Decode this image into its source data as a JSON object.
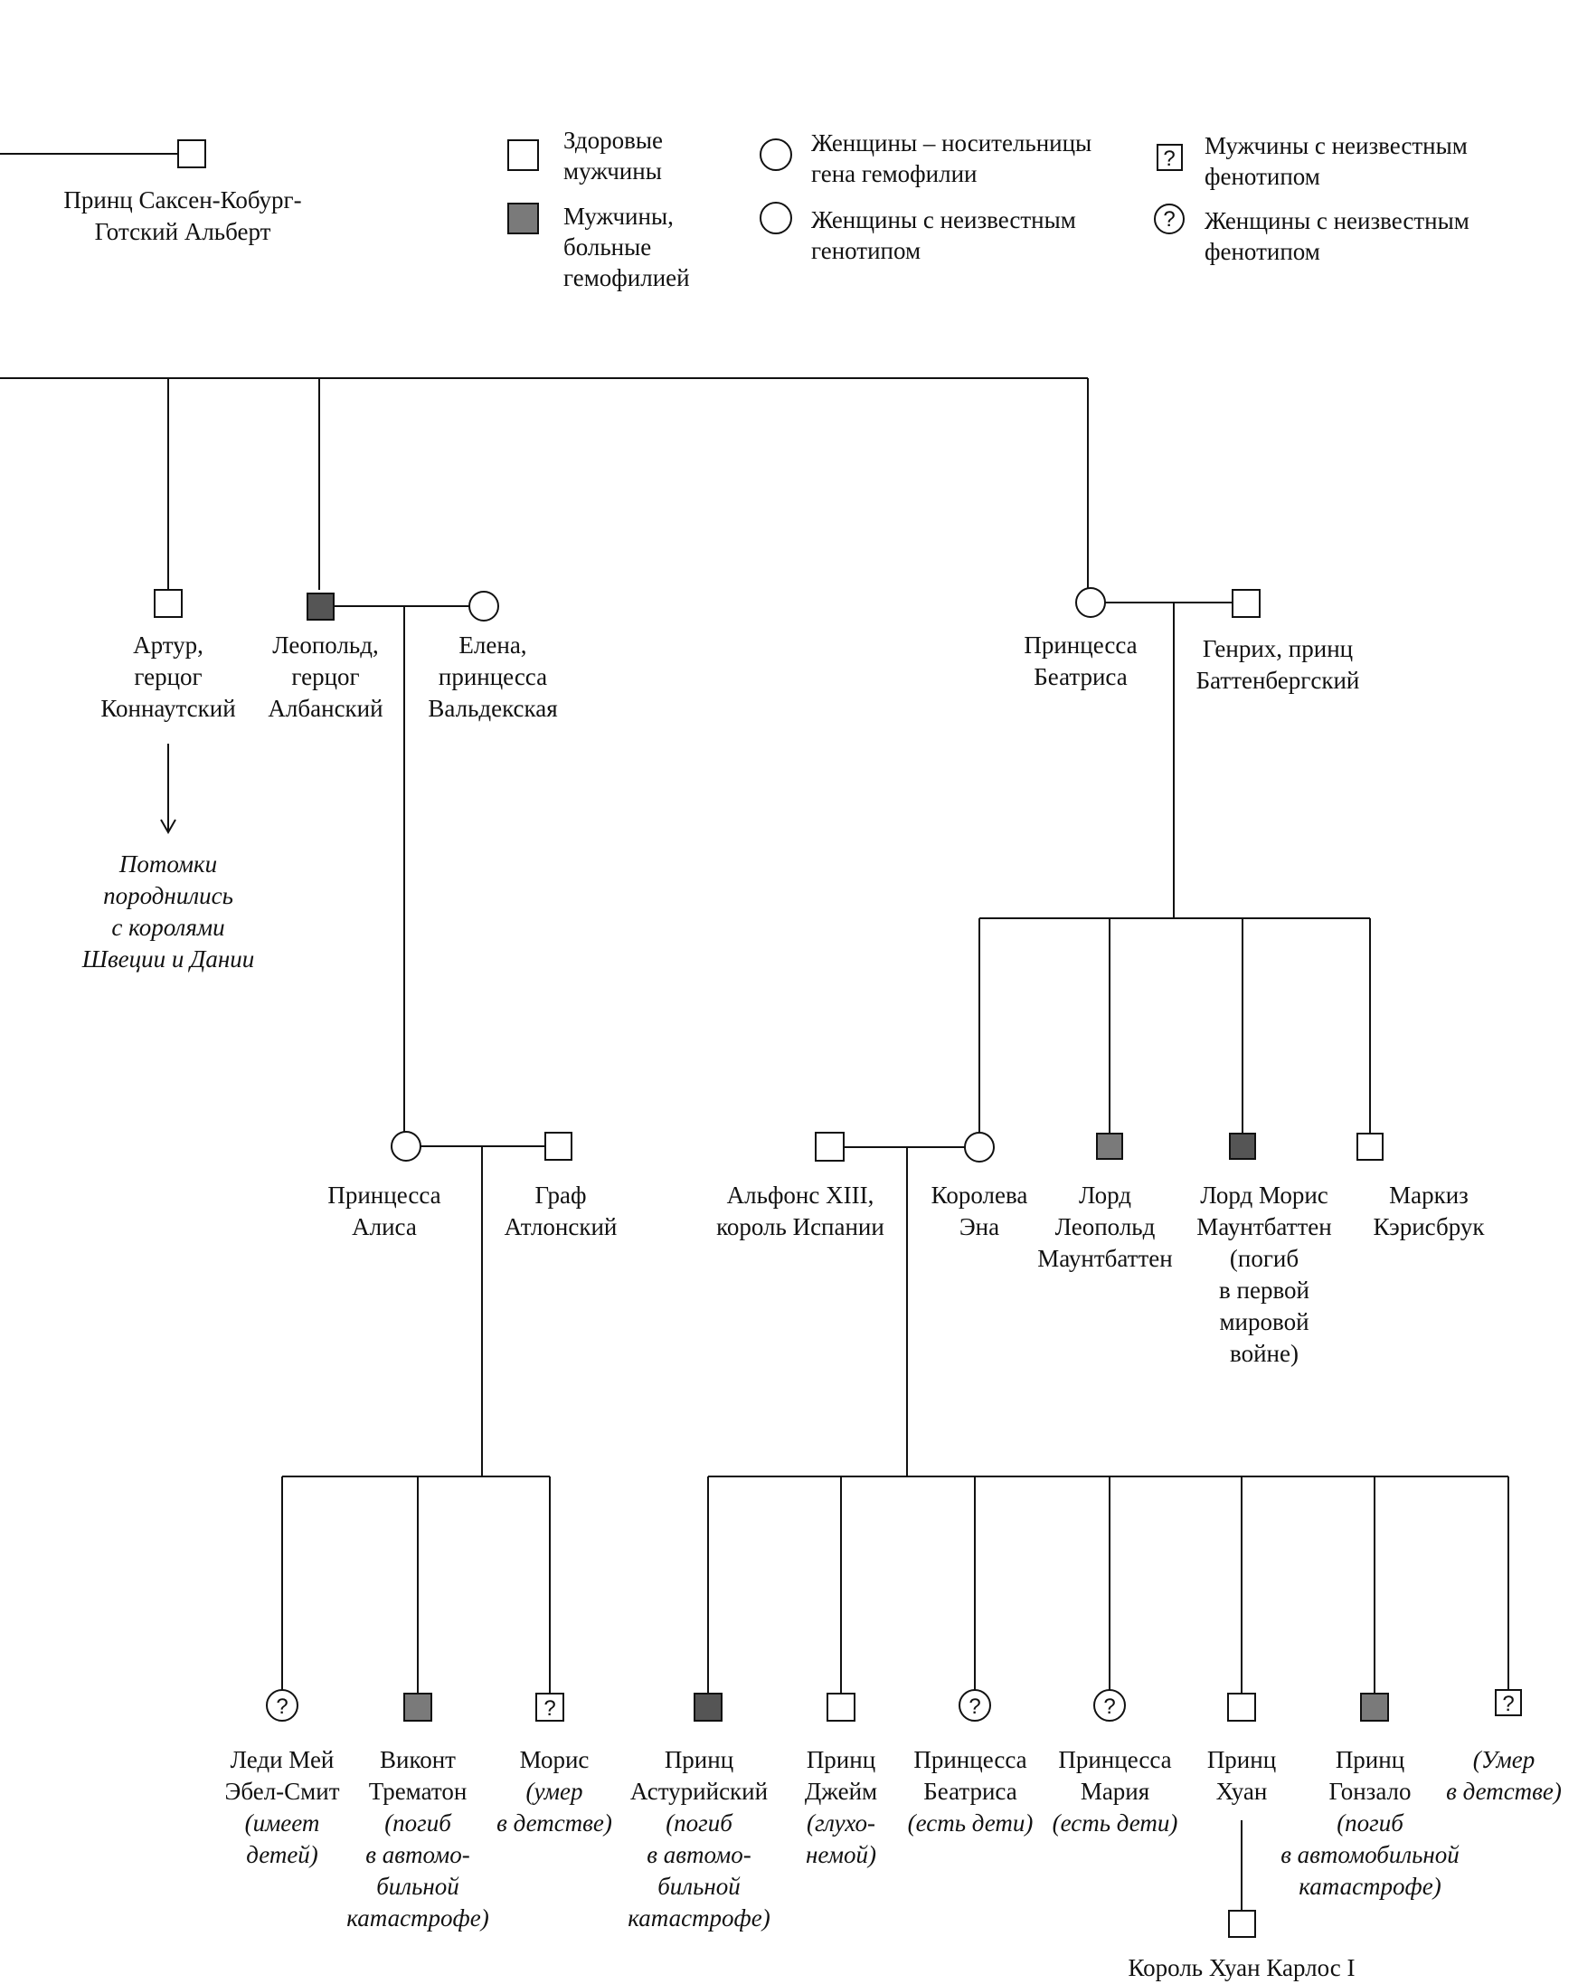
{
  "legend": {
    "healthy_male": [
      "Здоровые",
      "мужчины"
    ],
    "affected_male": [
      "Мужчины,",
      "больные",
      "гемофилией"
    ],
    "carrier_female": [
      "Женщины – носительницы",
      "гена гемофилии"
    ],
    "unknown_genotype_female": [
      "Женщины с неизвестным",
      "генотипом"
    ],
    "unknown_phenotype_male": [
      "Мужчины с неизвестным",
      "фенотипом"
    ],
    "unknown_phenotype_female": [
      "Женщины с неизвестным",
      "фенотипом"
    ],
    "unknown_symbol": "?"
  },
  "colors": {
    "line": "#111111",
    "affected_fill": "#7a7a7a",
    "background": "#ffffff"
  },
  "people": {
    "albert": [
      "Принц Саксен-Кобург-",
      "Готский Альберт"
    ],
    "arthur": [
      "Артур,",
      "герцог",
      "Коннаутский"
    ],
    "arthur_note": [
      "Потомки",
      "породнились",
      "с королями",
      "Швеции и Дании"
    ],
    "leopold": [
      "Леопольд,",
      "герцог",
      "Албанский"
    ],
    "helena": [
      "Елена,",
      "принцесса",
      "Вальдекская"
    ],
    "beatrice": [
      "Принцесса",
      "Беатриса"
    ],
    "henry": [
      "Генрих, принц",
      "Баттенбергский"
    ],
    "alice": [
      "Принцесса",
      "Алиса"
    ],
    "athlone": [
      "Граф",
      "Атлонский"
    ],
    "alfonso": [
      "Альфонс XIII,",
      "король Испании"
    ],
    "ena": [
      "Королева",
      "Эна"
    ],
    "leopold_m": [
      "Лорд",
      "Леопольд",
      "Маунтбаттен"
    ],
    "maurice_m": [
      "Лорд Морис",
      "Маунтбаттен",
      "(погиб",
      "в первой",
      "мировой",
      "войне)"
    ],
    "carisbrooke": [
      "Маркиз",
      "Кэрисбрук"
    ],
    "may_name": [
      "Леди Мей",
      "Эбел-Смит"
    ],
    "may_note": [
      "(имеет",
      "детей)"
    ],
    "trematon_name": [
      "Виконт",
      "Трематон"
    ],
    "trematon_note": [
      "(погиб",
      "в автомо-",
      "бильной",
      "катастрофе)"
    ],
    "maurice_name": [
      "Морис"
    ],
    "maurice_note": [
      "(умер",
      "в детстве)"
    ],
    "asturias_name": [
      "Принц",
      "Астурийский"
    ],
    "asturias_note": [
      "(погиб",
      "в автомо-",
      "бильной",
      "катастрофе)"
    ],
    "jaime_name": [
      "Принц",
      "Джейм"
    ],
    "jaime_note": [
      "(глухо-",
      "немой)"
    ],
    "beatriz_name": [
      "Принцесса",
      "Беатриса"
    ],
    "beatriz_note": [
      "(есть дети)"
    ],
    "maria_name": [
      "Принцесса",
      "Мария"
    ],
    "maria_note": [
      "(есть дети)"
    ],
    "juan": [
      "Принц",
      "Хуан"
    ],
    "gonzalo_name": [
      "Принц",
      "Гонзало"
    ],
    "gonzalo_note": [
      "(погиб",
      "в автомобильной",
      "катастрофе)"
    ],
    "died_young": [
      "(Умер",
      "в детстве)"
    ],
    "juan_carlos": [
      "Король Хуан Карлос I"
    ]
  }
}
